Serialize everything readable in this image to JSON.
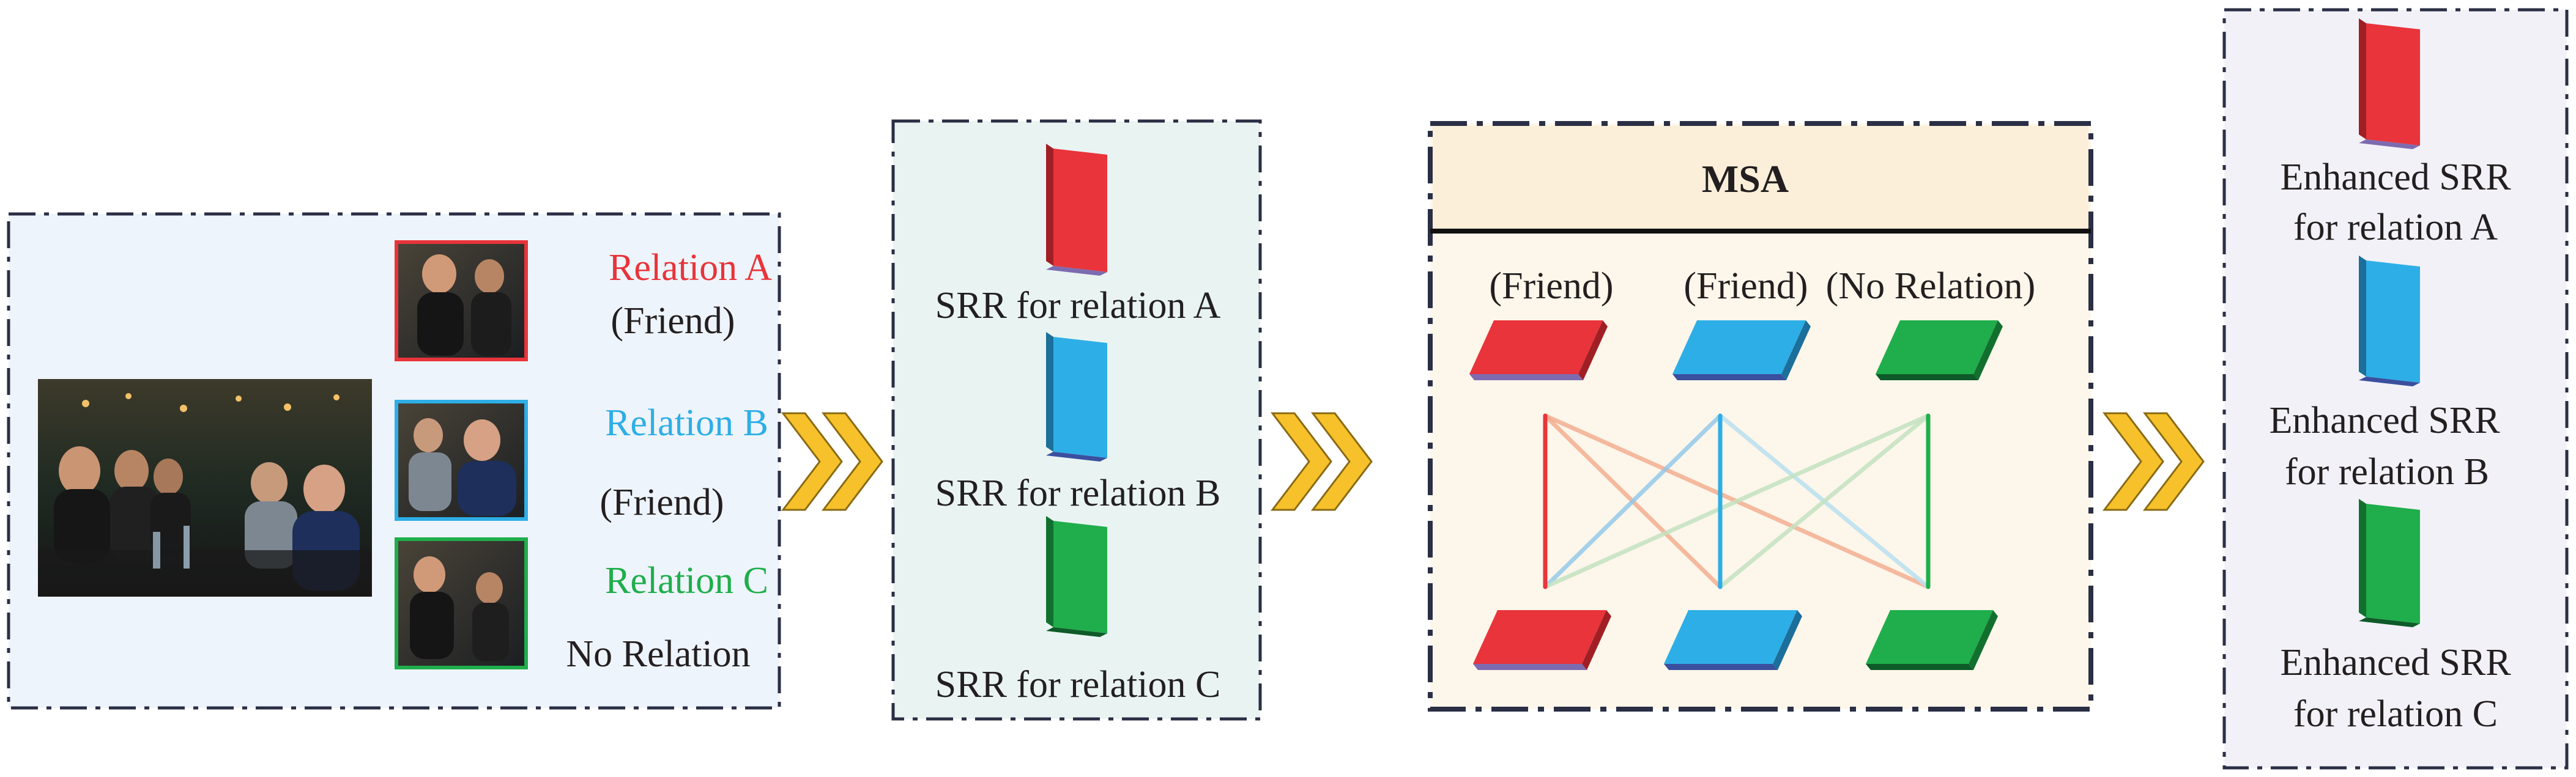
{
  "colors": {
    "red": "#e8343a",
    "blue": "#2eaee6",
    "green": "#1fae4b",
    "arrow": "#f6c12a",
    "panel1_bg": "#eef4fb",
    "panel2_bg": "#e9f4f2",
    "panel3_bg": "#fdf6ea",
    "panel4_bg": "#f2f1f8",
    "border": "#2a2f45"
  },
  "input_panel": {
    "relations": [
      {
        "name": "Relation A",
        "label": "(Friend)",
        "color": "#e8343a"
      },
      {
        "name": "Relation B",
        "label": "(Friend)",
        "color": "#2eaee6"
      },
      {
        "name": "Relation C",
        "label": "No Relation",
        "color": "#1fae4b"
      }
    ]
  },
  "srr_panel": {
    "items": [
      "SRR for relation A",
      "SRR for relation B",
      "SRR for relation C"
    ]
  },
  "msa_panel": {
    "title": "MSA",
    "labels": [
      "(Friend)",
      "(Friend)",
      "(No Relation)"
    ]
  },
  "enhanced_panel": {
    "items": [
      {
        "line1": "Enhanced SRR",
        "line2": "for relation A"
      },
      {
        "line1": "Enhanced SRR",
        "line2": "for relation B"
      },
      {
        "line1": "Enhanced SRR",
        "line2": "for relation C"
      }
    ]
  }
}
